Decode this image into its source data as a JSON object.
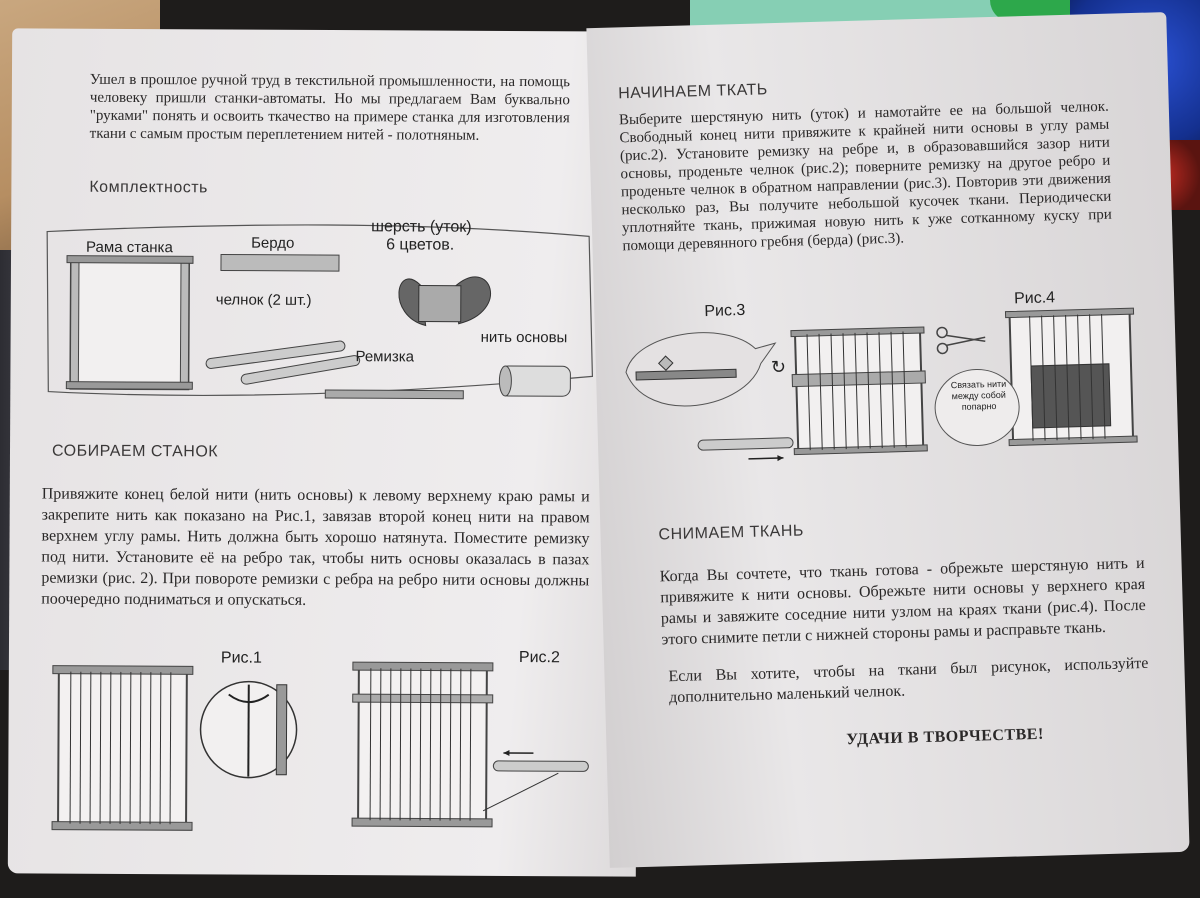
{
  "left_page": {
    "intro": "Ушел в прошлое ручной труд в текстильной промышленности, на помощь человеку пришли станки-автоматы. Но мы предлагаем Вам буквально \"руками\" понять и освоить ткачество на примере станка для изготовления ткани с самым простым переплетением нитей - полотняным.",
    "kit_heading": "Комплектность",
    "kit_labels": {
      "frame": "Рама станка",
      "reed": "Бердо",
      "wool": "шерсть (уток)",
      "wool_colors": "6 цветов.",
      "shuttle": "челнок (2 шт.)",
      "warp": "нить основы",
      "heddle": "Ремизка"
    },
    "assembly_heading": "СОБИРАЕМ СТАНОК",
    "assembly_text": "Привяжите конец белой нити (нить основы) к левому верхнему краю рамы и закрепите нить как показано на Рис.1, завязав второй конец нити на правом верхнем углу рамы. Нить должна быть хорошо натянута. Поместите ремизку под нити. Установите её на ребро так, чтобы нить основы оказалась в пазах ремизки (рис. 2). При повороте ремизки с ребра на ребро нити основы должны поочередно подниматься и опускаться.",
    "fig1": "Рис.1",
    "fig2": "Рис.2"
  },
  "right_page": {
    "weave_heading": "НАЧИНАЕМ ТКАТЬ",
    "weave_text": "Выберите шерстяную нить (уток) и намотайте ее на большой челнок. Свободный конец нити привяжите к крайней нити основы в углу рамы (рис.2). Установите ремизку на ребре и, в образовавшийся зазор нити основы, проденьте челнок (рис.2); поверните ремизку на другое ребро и проденьте челнок в обратном направлении (рис.3). Повторив эти движения несколько раз, Вы получите небольшой кусочек ткани. Периодически уплотняйте ткань, прижимая новую нить к уже сотканному куску при помощи деревянного гребня (берда) (рис.3).",
    "fig3": "Рис.3",
    "fig4": "Рис.4",
    "fig4_note": "Связать нити между собой попарно",
    "remove_heading": "СНИМАЕМ ТКАНЬ",
    "remove_text": "Когда Вы сочтете, что ткань готова - обрежьте шерстяную нить и привяжите к нити основы. Обрежьте нити основы у верхнего края рамы и завяжите соседние нити узлом на краях ткани (рис.4). После этого снимите петли с нижней стороны рамы и расправьте ткань.",
    "pattern_text": "Если Вы хотите, чтобы на ткани был рисунок, используйте дополнительно маленький челнок.",
    "closing": "УДАЧИ В ТВОРЧЕСТВЕ!"
  },
  "colors": {
    "paper": "#e9e6e6",
    "ink": "#2a2828",
    "wood": "#c9a77f",
    "yarn_blue": "#2b52d6",
    "card_green": "#86cfb4"
  }
}
